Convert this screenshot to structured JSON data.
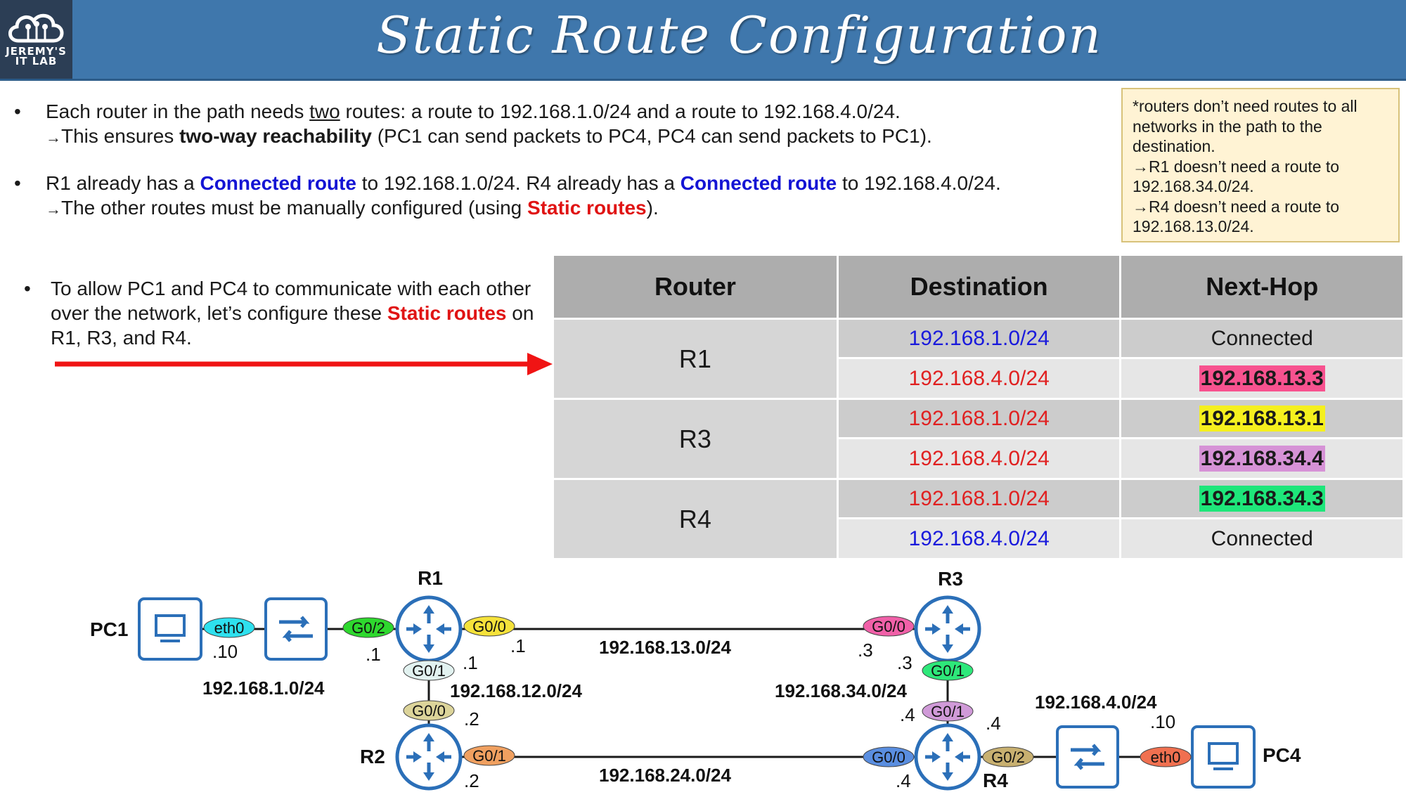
{
  "logo": {
    "line1": "JEREMY'S",
    "line2": "IT LAB"
  },
  "title": "Static Route Configuration",
  "bullets": {
    "b1": {
      "pre": "Each router in the path needs ",
      "underlined": "two",
      "post": " routes: a route to 192.168.1.0/24 and a route to 192.168.4.0/24.",
      "sub_arrow": "→",
      "sub_pre": "This ensures ",
      "sub_bold": "two-way reachability",
      "sub_post": " (PC1 can send packets to PC4, PC4 can send packets to PC1)."
    },
    "b2": {
      "pre": "R1 already has a ",
      "conn1": "Connected route",
      "mid": " to 192.168.1.0/24. R4 already has a ",
      "conn2": "Connected route",
      "post": " to 192.168.4.0/24.",
      "sub_arrow": "→",
      "sub_pre": "The other routes must be manually configured (using ",
      "sub_static": "Static routes",
      "sub_post": ")."
    },
    "b3": {
      "pre": "To allow PC1 and PC4 to communicate with each other over the network, let’s configure these ",
      "static": "Static routes",
      "post": " on R1, R3, and R4."
    }
  },
  "note": {
    "line1": "*routers don’t need routes to all networks in the path to the destination.",
    "line2": "→R1 doesn’t need a route to 192.168.34.0/24.",
    "line3": "→R4 doesn’t need a route to 192.168.13.0/24."
  },
  "table": {
    "headers": [
      "Router",
      "Destination",
      "Next-Hop"
    ],
    "groups": [
      {
        "router": "R1",
        "rows": [
          {
            "dest": "192.168.1.0/24",
            "dest_color": "blue",
            "hop": "Connected",
            "hop_bg": ""
          },
          {
            "dest": "192.168.4.0/24",
            "dest_color": "red",
            "hop": "192.168.13.3",
            "hop_bg": "#f7528f"
          }
        ]
      },
      {
        "router": "R3",
        "rows": [
          {
            "dest": "192.168.1.0/24",
            "dest_color": "red",
            "hop": "192.168.13.1",
            "hop_bg": "#f5f01e"
          },
          {
            "dest": "192.168.4.0/24",
            "dest_color": "red",
            "hop": "192.168.34.4",
            "hop_bg": "#d692d6"
          }
        ]
      },
      {
        "router": "R4",
        "rows": [
          {
            "dest": "192.168.1.0/24",
            "dest_color": "red",
            "hop": "192.168.34.3",
            "hop_bg": "#1ee67a"
          },
          {
            "dest": "192.168.4.0/24",
            "dest_color": "blue",
            "hop": "Connected",
            "hop_bg": ""
          }
        ]
      }
    ]
  },
  "diagram": {
    "devices": {
      "pc1": "PC1",
      "pc4": "PC4",
      "r1": "R1",
      "r2": "R2",
      "r3": "R3",
      "r4": "R4"
    },
    "interfaces": {
      "pc1_eth0": "eth0",
      "r1_g02": "G0/2",
      "r1_g00": "G0/0",
      "r1_g01": "G0/1",
      "r3_g00": "G0/0",
      "r3_g01": "G0/1",
      "r2_g00": "G0/0",
      "r2_g01": "G0/1",
      "r4_g01": "G0/1",
      "r4_g00": "G0/0",
      "r4_g02": "G0/2",
      "pc4_eth0": "eth0"
    },
    "networks": {
      "net1": "192.168.1.0/24",
      "net13": "192.168.13.0/24",
      "net12": "192.168.12.0/24",
      "net34": "192.168.34.0/24",
      "net24": "192.168.24.0/24",
      "net4": "192.168.4.0/24"
    },
    "hosts": {
      "pc1": ".10",
      "r1_g02": ".1",
      "r1_g00": ".1",
      "r1_g01": ".1",
      "r3_g00": ".3",
      "r3_g01": ".3",
      "r2_g00": ".2",
      "r2_g01": ".2",
      "r4_g01": ".4",
      "r4_g02": ".4",
      "r4_g00": ".4",
      "pc4": ".10"
    },
    "colors": {
      "eth0": "#2ee0ee",
      "g02": "#2ed82e",
      "r1g00": "#f5e23a",
      "g01_r1": "#e2f2f0",
      "r3g00": "#f060a8",
      "g01_r3": "#2ee87a",
      "r2g00": "#dcd49a",
      "r2g01": "#f0a060",
      "r4g01": "#d09ad8",
      "r4g00": "#5a8ee0",
      "r4g02": "#c8b070",
      "eth0_pc4": "#f07050",
      "device_blue": "#2b6fb8"
    }
  }
}
